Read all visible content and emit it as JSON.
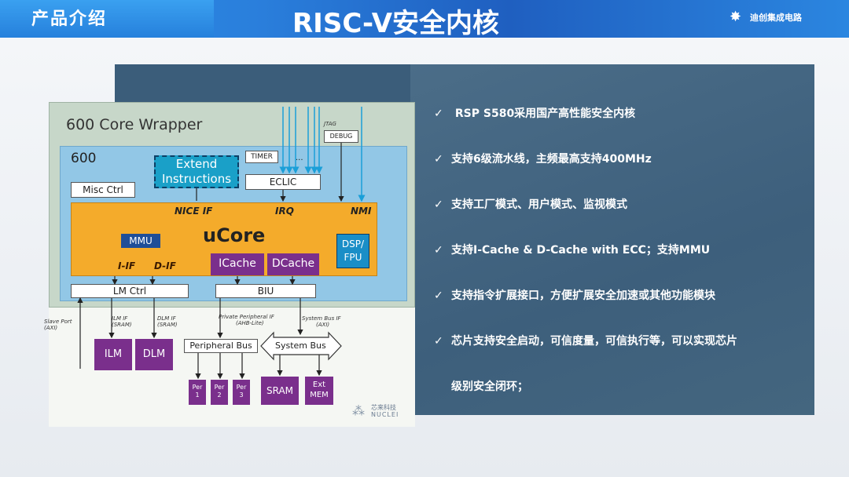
{
  "header": {
    "section_label": "产品介绍",
    "title": "RISC-V安全内核",
    "logo_text": "迪创集成电路"
  },
  "bullets": [
    "RSP S580采用国产高性能安全内核",
    "支持6级流水线，主频最高支持400MHz",
    "支持工厂模式、用户模式、监视模式",
    "支持I-Cache & D-Cache with ECC；支持MMU",
    "支持指令扩展接口，方便扩展安全加速或其他功能模块",
    "芯片支持安全启动，可信度量，可信执行等，可以实现芯片",
    "级别安全闭环；"
  ],
  "check_glyph": "✓",
  "diagram": {
    "wrapper_label": "600 Core Wrapper",
    "core_label": "600",
    "misc_ctrl": "Misc Ctrl",
    "extend_instr_1": "Extend",
    "extend_instr_2": "Instructions",
    "timer": "TIMER",
    "eclic": "ECLIC",
    "jtag": "JTAG",
    "debug": "DEBUG",
    "dots": "...",
    "nice_if": "NICE IF",
    "irq": "IRQ",
    "nmi": "NMI",
    "ucore": "uCore",
    "mmu": "MMU",
    "dsp_1": "DSP/",
    "dsp_2": "FPU",
    "icache": "ICache",
    "dcache": "DCache",
    "i_if": "I-IF",
    "d_if": "D-IF",
    "lm_ctrl": "LM Ctrl",
    "biu": "BIU",
    "slave_port_1": "Slave Port",
    "slave_port_2": "(AXI)",
    "ilm_if_1": "ILM IF",
    "ilm_if_2": "(SRAM)",
    "dlm_if_1": "DLM IF",
    "dlm_if_2": "(SRAM)",
    "ppi_1": "Private Peripheral IF",
    "ppi_2": "(AHB-Lite)",
    "sbi_1": "System Bus IF",
    "sbi_2": "(AXI)",
    "ilm": "ILM",
    "dlm": "DLM",
    "peripheral_bus": "Peripheral Bus",
    "system_bus": "System Bus",
    "per1_1": "Per",
    "per1_2": "1",
    "per2_1": "Per",
    "per2_2": "2",
    "per3_1": "Per",
    "per3_2": "3",
    "sram": "SRAM",
    "ext_mem_1": "Ext",
    "ext_mem_2": "MEM",
    "nuclei_cn": "芯来科技",
    "nuclei_en": "NUCLEI"
  },
  "colors": {
    "header_blue": "#2a7fdc",
    "panel": "#44667f",
    "ucore_orange": "#f4ab2b",
    "purple": "#7a2f8c",
    "cyan": "#1aa0c8"
  }
}
